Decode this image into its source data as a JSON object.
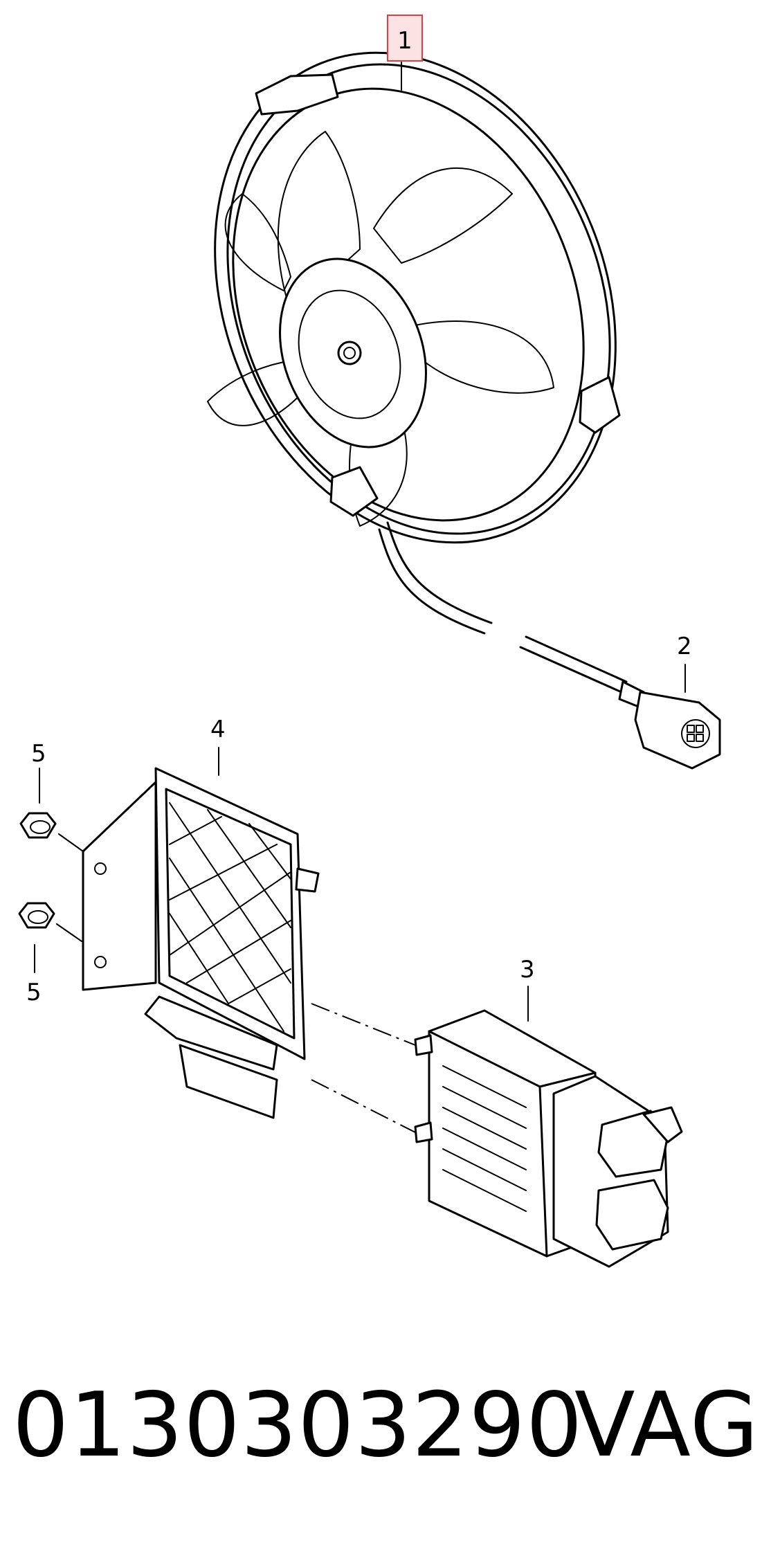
{
  "callouts": {
    "fan": "1",
    "connector": "2",
    "control_unit": "3",
    "bracket": "4",
    "nut_upper": "5",
    "nut_lower": "5"
  },
  "footer": {
    "part_number": "0130303290",
    "brand": "VAG"
  },
  "colors": {
    "highlight_box": "#e23c3c",
    "highlight_fill": "#fbe3e3",
    "ink": "#000000"
  }
}
